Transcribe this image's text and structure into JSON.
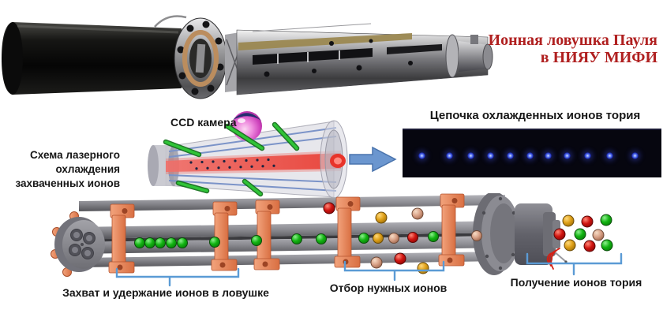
{
  "header": {
    "title_line1": "Ионная ловушка Пауля",
    "title_line2": "в НИЯУ МИФИ",
    "title_color": "#b02020"
  },
  "cooling_scheme": {
    "caption_lines": [
      "Схема лазерного",
      "охлаждения",
      "захваченных ионов"
    ],
    "ccd_label": "CCD камера"
  },
  "ion_chain": {
    "caption": "Цепочка охлажденных ионов тория",
    "dot_count": 11,
    "dot_xs": [
      20,
      55,
      82,
      107,
      132,
      157,
      180,
      204,
      230,
      258,
      290
    ],
    "background": "#06060f",
    "dot_color": "#5f7cf5"
  },
  "trap_stages": [
    {
      "label": "Захват и удержание ионов в ловушке"
    },
    {
      "label": "Отбор нужных ионов"
    },
    {
      "label": "Получение ионов тория"
    }
  ],
  "colors": {
    "bracket_blue": "#5b9bd5",
    "arrow_blue": "#6b96cf",
    "arrow_border": "#4a74ad",
    "ion_green": "#12b412",
    "ion_red": "#d01510",
    "ion_gold": "#dfa018",
    "ion_tan": "#d8a187",
    "mount_orange": "#e08a5e",
    "laser_green": "#1aa822",
    "beam_red": "#e83a30"
  }
}
